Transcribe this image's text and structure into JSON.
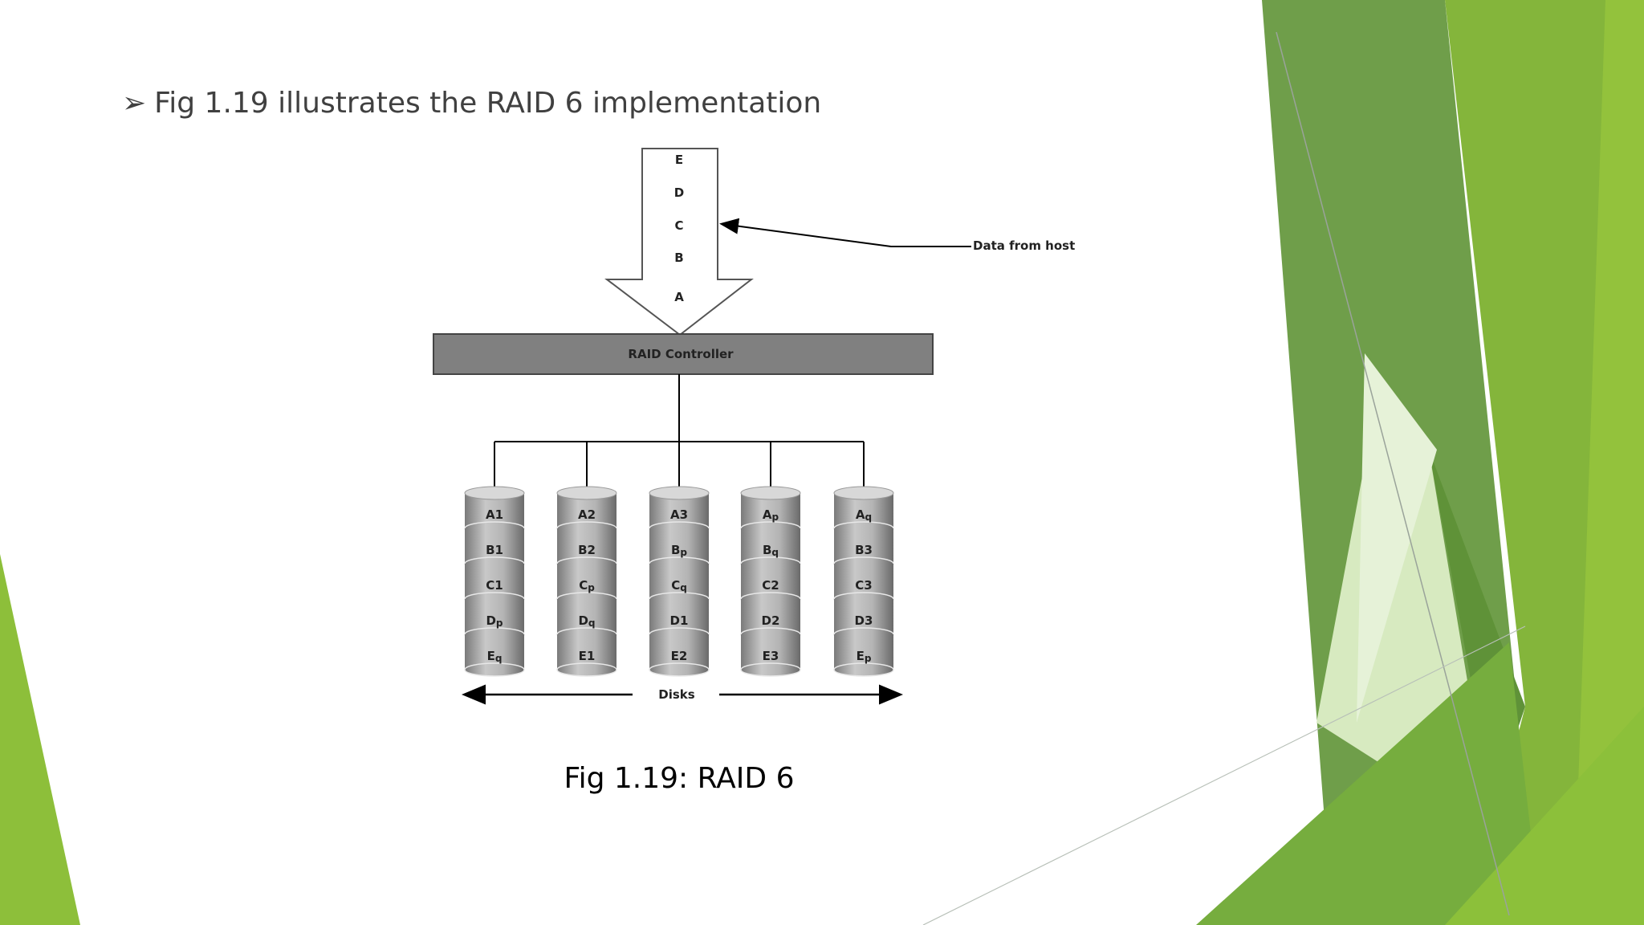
{
  "bullet": {
    "marker": "➢",
    "text": "Fig 1.19 illustrates the RAID 6 implementation"
  },
  "caption": "Fig 1.19: RAID 6",
  "diagram": {
    "host_blocks": [
      "E",
      "D",
      "C",
      "B",
      "A"
    ],
    "host_label": "Data from host",
    "controller_label": "RAID Controller",
    "disks_label": "Disks",
    "disks": [
      {
        "cells": [
          {
            "t": "A",
            "s": "1"
          },
          {
            "t": "B",
            "s": "1"
          },
          {
            "t": "C",
            "s": "1"
          },
          {
            "t": "D",
            "s": "p"
          },
          {
            "t": "E",
            "s": "q"
          }
        ]
      },
      {
        "cells": [
          {
            "t": "A",
            "s": "2"
          },
          {
            "t": "B",
            "s": "2"
          },
          {
            "t": "C",
            "s": "p"
          },
          {
            "t": "D",
            "s": "q"
          },
          {
            "t": "E",
            "s": "1"
          }
        ]
      },
      {
        "cells": [
          {
            "t": "A",
            "s": "3"
          },
          {
            "t": "B",
            "s": "p"
          },
          {
            "t": "C",
            "s": "q"
          },
          {
            "t": "D",
            "s": "1"
          },
          {
            "t": "E",
            "s": "2"
          }
        ]
      },
      {
        "cells": [
          {
            "t": "A",
            "s": "p"
          },
          {
            "t": "B",
            "s": "q"
          },
          {
            "t": "C",
            "s": "2"
          },
          {
            "t": "D",
            "s": "2"
          },
          {
            "t": "E",
            "s": "3"
          }
        ]
      },
      {
        "cells": [
          {
            "t": "A",
            "s": "q"
          },
          {
            "t": "B",
            "s": "3"
          },
          {
            "t": "C",
            "s": "3"
          },
          {
            "t": "D",
            "s": "3"
          },
          {
            "t": "E",
            "s": "p"
          }
        ]
      }
    ]
  },
  "colors": {
    "accent_dark": "#6f9e4a",
    "accent_mid": "#7fb33a",
    "accent_light": "#93c23c",
    "accent_pale": "#d7eac0",
    "controller_fill": "#808080"
  }
}
